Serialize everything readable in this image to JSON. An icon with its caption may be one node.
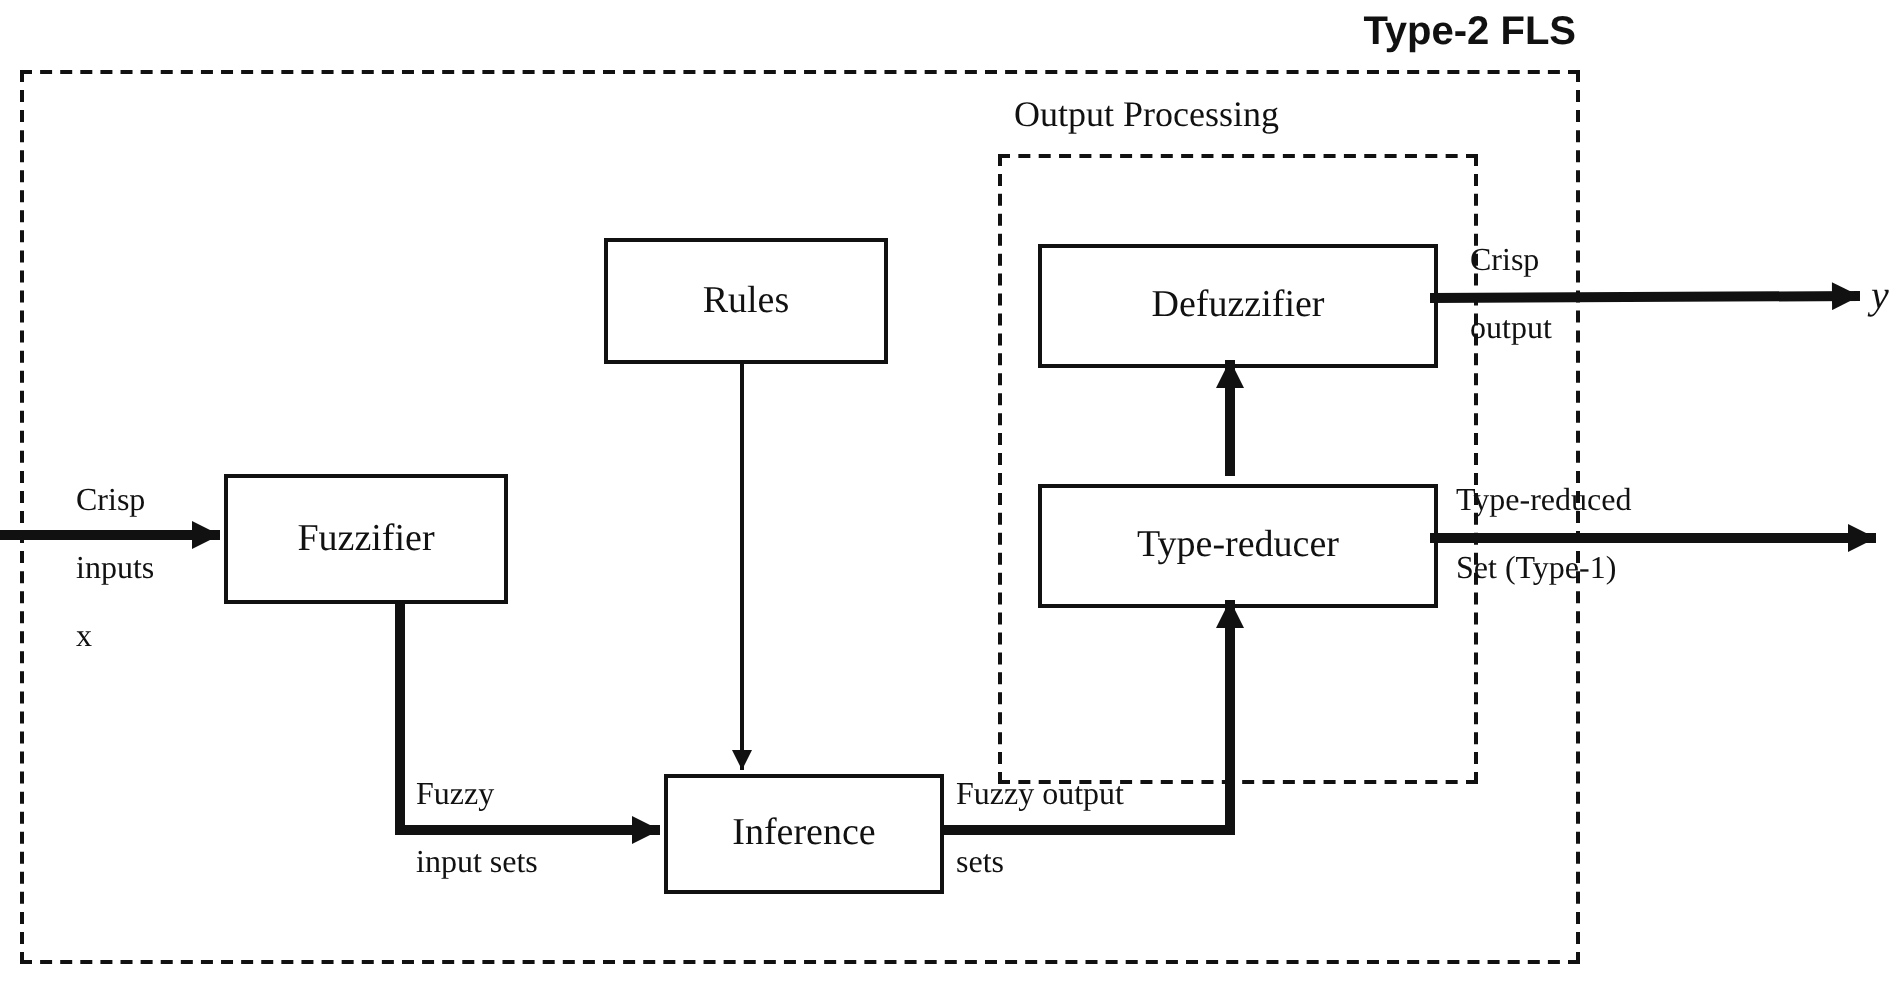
{
  "diagram": {
    "nodes": [
      {
        "text": [
          "Type-2 FLS"
        ]
      },
      {
        "text": [
          "Output Processing"
        ],
        "in": 0
      },
      {
        "text": [
          "Rules"
        ],
        "in": 0
      },
      {
        "text": [
          "Fuzzifier"
        ],
        "in": 0
      },
      {
        "text": [
          "Defuzzifier"
        ],
        "in": 1
      },
      {
        "text": [
          "Type-reducer"
        ],
        "in": 1
      },
      {
        "text": [
          "Inference"
        ],
        "in": 0
      },
      {
        "text": [
          "y"
        ]
      }
    ],
    "edges": [
      {
        "from": null,
        "to": 3,
        "arrow": "to",
        "label": "Crisp inputs x"
      },
      {
        "from": 3,
        "to": 6,
        "arrow": "to",
        "label": "Fuzzy input sets"
      },
      {
        "from": 2,
        "to": 6,
        "arrow": "to"
      },
      {
        "from": 6,
        "to": 5,
        "arrow": "to",
        "label": "Fuzzy output sets"
      },
      {
        "from": 5,
        "to": 4,
        "arrow": "to"
      },
      {
        "from": 4,
        "to": 7,
        "arrow": "to",
        "label": "Crisp output"
      },
      {
        "from": 5,
        "to": null,
        "arrow": "to",
        "label": "Type-reduced Set (Type-1)"
      }
    ]
  }
}
